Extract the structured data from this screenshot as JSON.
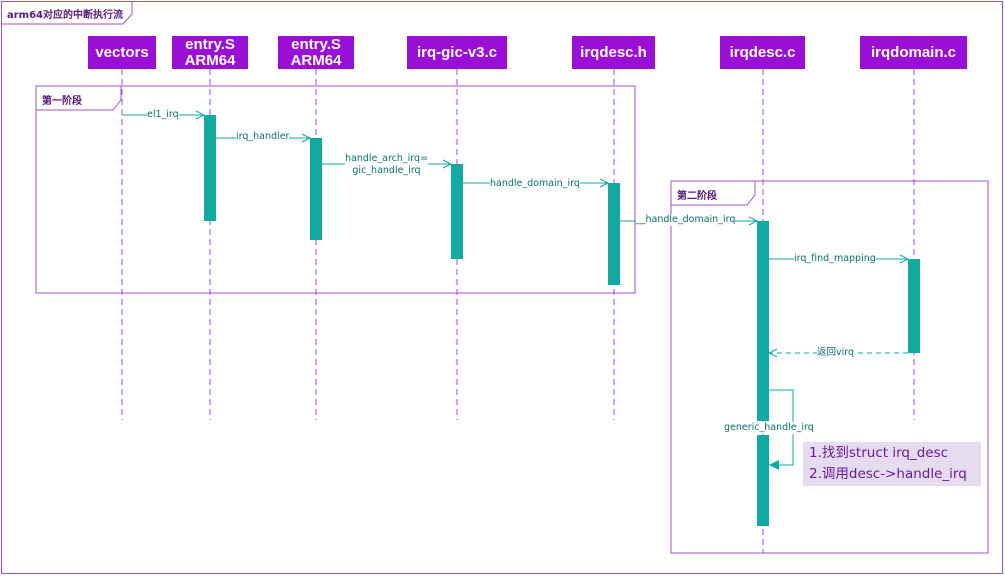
{
  "diagram": {
    "title": "arm64对应的中断执行流",
    "lifelines": [
      {
        "id": "vectors",
        "label": "vectors"
      },
      {
        "id": "entry_s_1",
        "label": "entry.S ARM64"
      },
      {
        "id": "entry_s_2",
        "label": "entry.S ARM64"
      },
      {
        "id": "irq_gic_v3",
        "label": "irq-gic-v3.c"
      },
      {
        "id": "irqdesc_h",
        "label": "irqdesc.h"
      },
      {
        "id": "irqdesc_c",
        "label": "irqdesc.c"
      },
      {
        "id": "irqdomain_c",
        "label": "irqdomain.c"
      }
    ],
    "frames": [
      {
        "id": "stage1",
        "title": "第一阶段"
      },
      {
        "id": "stage2",
        "title": "第二阶段"
      }
    ],
    "messages": [
      {
        "from": "vectors",
        "to": "entry_s_1",
        "label": "el1_irq",
        "style": "solid"
      },
      {
        "from": "entry_s_1",
        "to": "entry_s_2",
        "label": "irq_handler",
        "style": "solid"
      },
      {
        "from": "entry_s_2",
        "to": "irq_gic_v3",
        "label": "handle_arch_irq=\ngic_handle_irq",
        "style": "solid"
      },
      {
        "from": "irq_gic_v3",
        "to": "irqdesc_h",
        "label": "handle_domain_irq",
        "style": "solid"
      },
      {
        "from": "irqdesc_h",
        "to": "irqdesc_c",
        "label": "__handle_domain_irq",
        "style": "solid"
      },
      {
        "from": "irqdesc_c",
        "to": "irqdomain_c",
        "label": "irq_find_mapping",
        "style": "solid"
      },
      {
        "from": "irqdomain_c",
        "to": "irqdesc_c",
        "label": "返回virq",
        "style": "dashed"
      },
      {
        "from": "irqdesc_c",
        "to": "irqdesc_c",
        "label": "generic_handle_irq",
        "style": "self"
      }
    ],
    "note": {
      "lines": [
        "1.找到struct irq_desc",
        "2.调用desc->handle_irq"
      ]
    },
    "colors": {
      "lifeline_box": "#9a0fd6",
      "lifeline_dash": "#b040e0",
      "frame_border": "#a050c8",
      "activation": "#12aaa0",
      "message": "#12aaa0",
      "note_bg": "#e6dcef",
      "note_text": "#6a1aa0"
    }
  }
}
